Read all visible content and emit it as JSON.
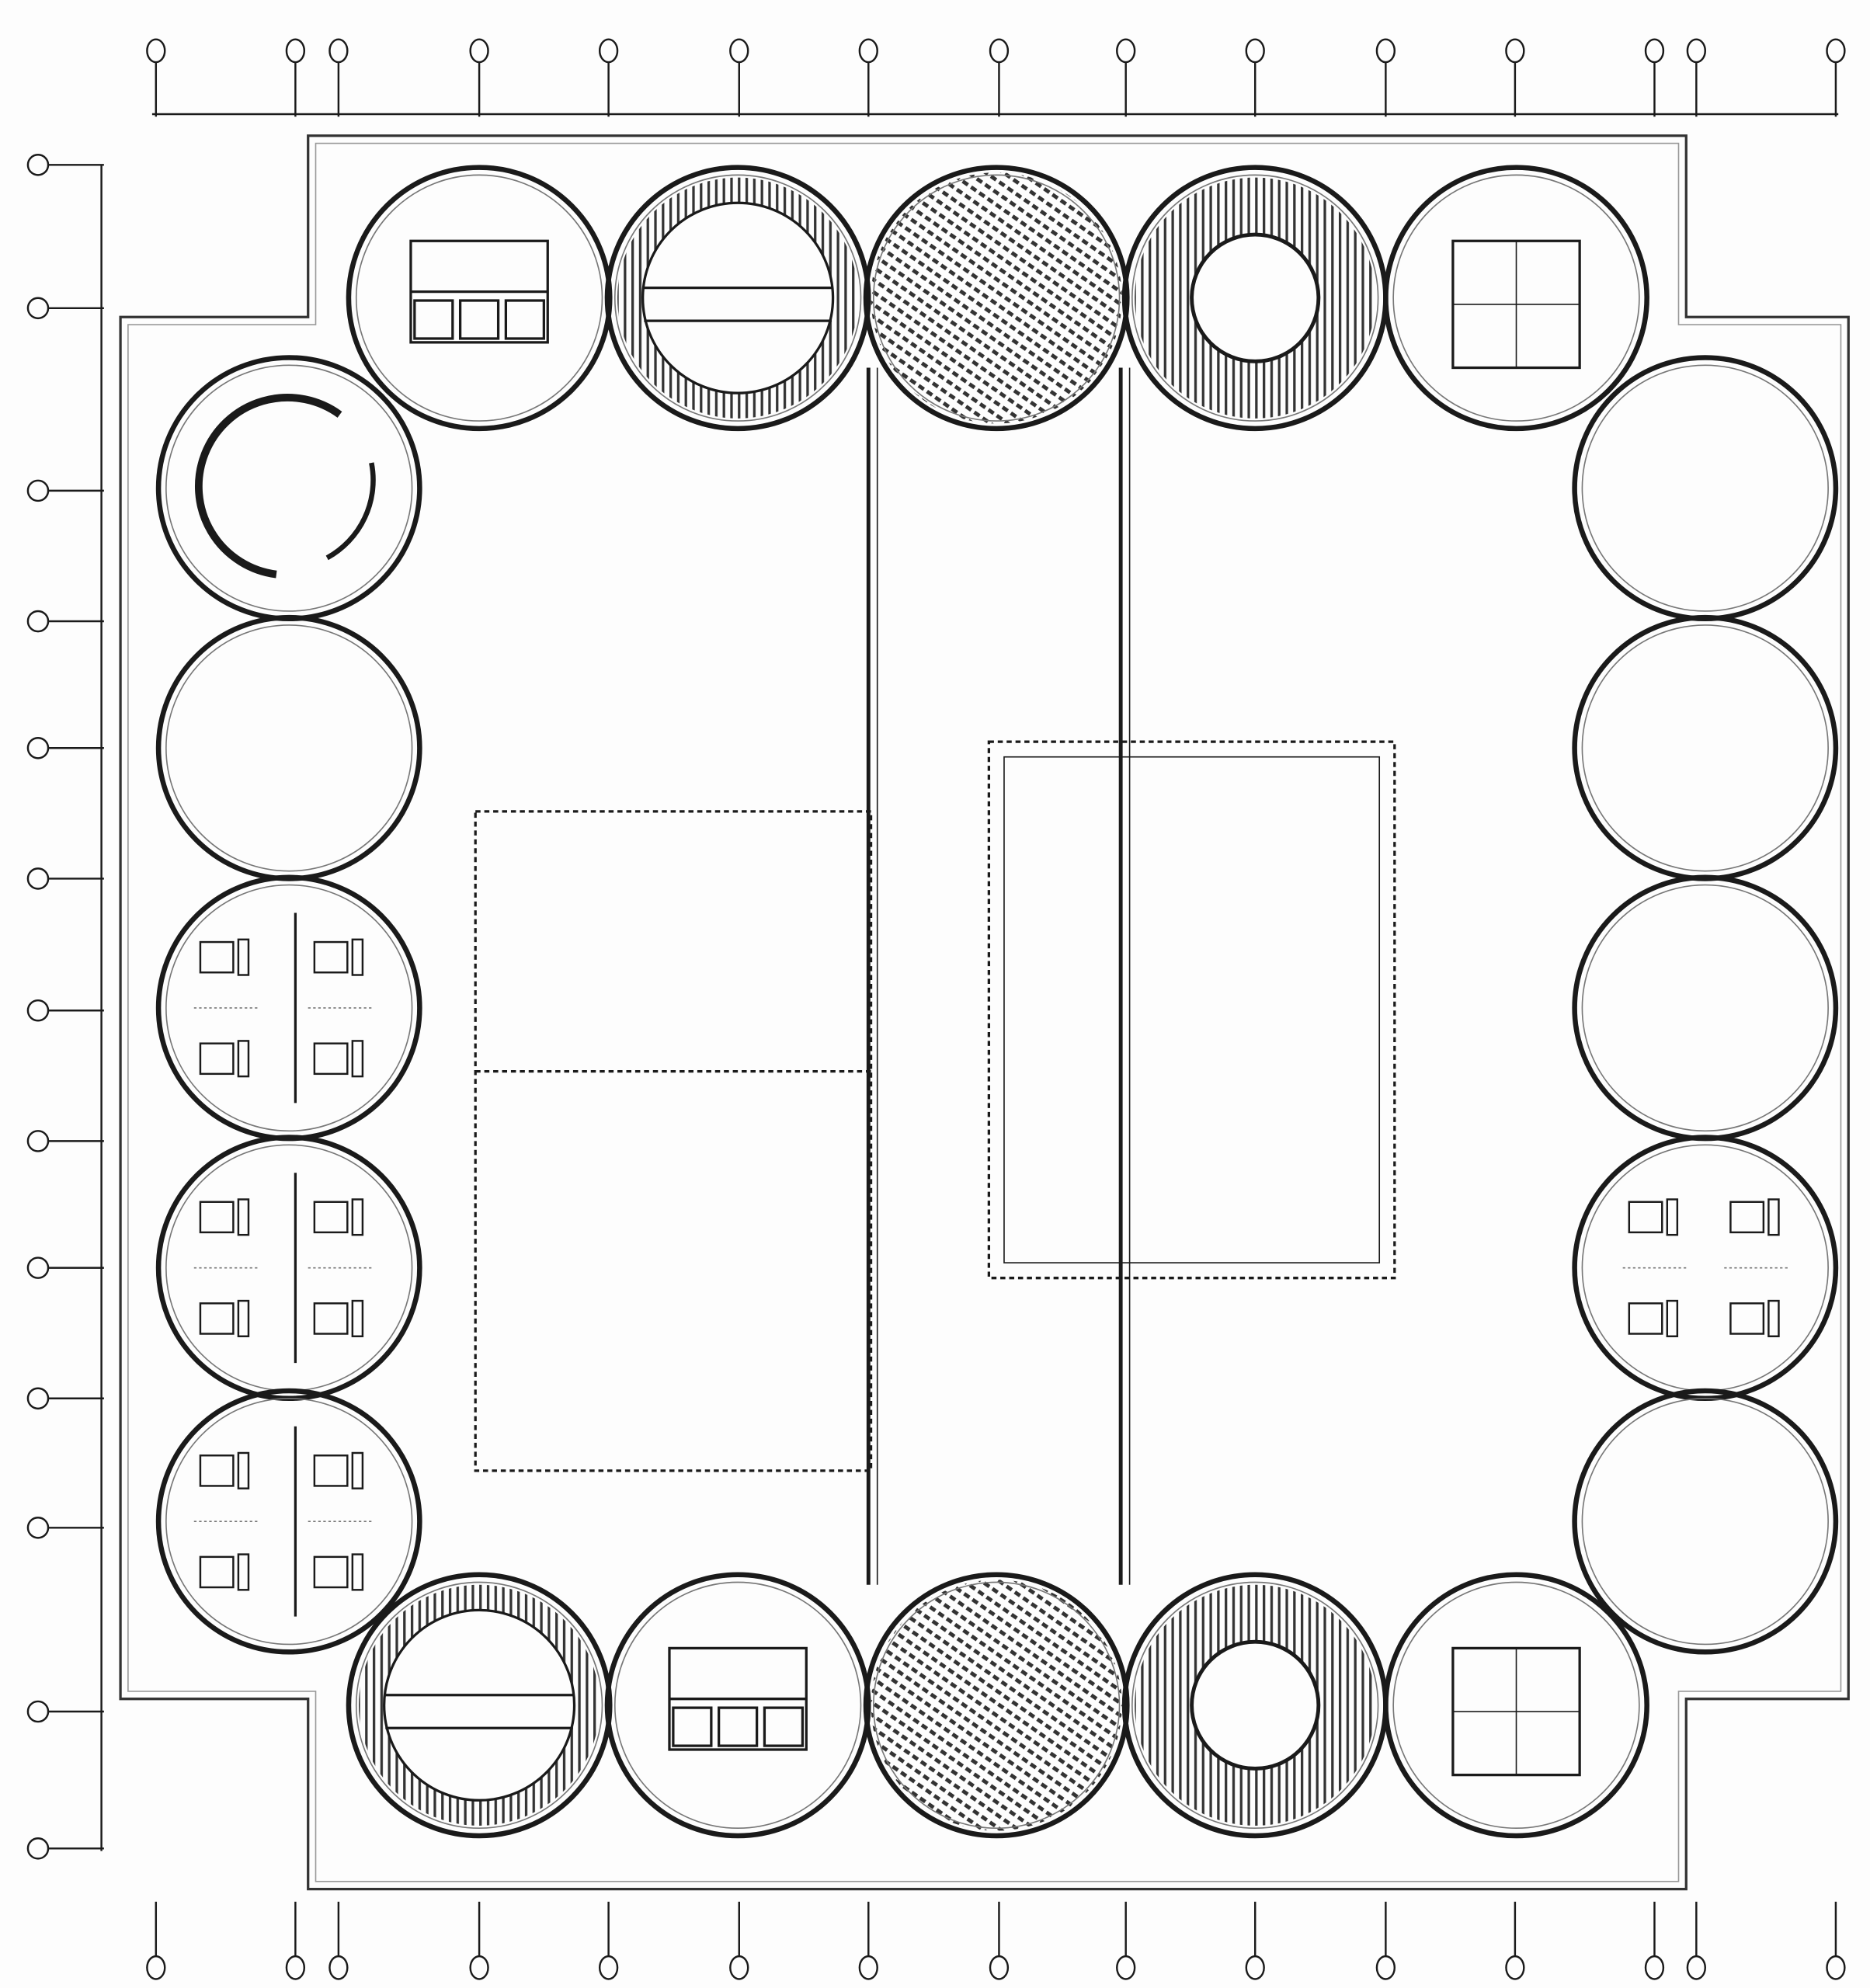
{
  "drawing": {
    "kind": "architectural-floor-plan",
    "top_grid_count": 15,
    "left_grid_count": 13
  },
  "colors": {
    "line": "#1a1a1a",
    "paper": "#fdfdfd",
    "hatch": "#333333",
    "light_line": "#777777"
  }
}
